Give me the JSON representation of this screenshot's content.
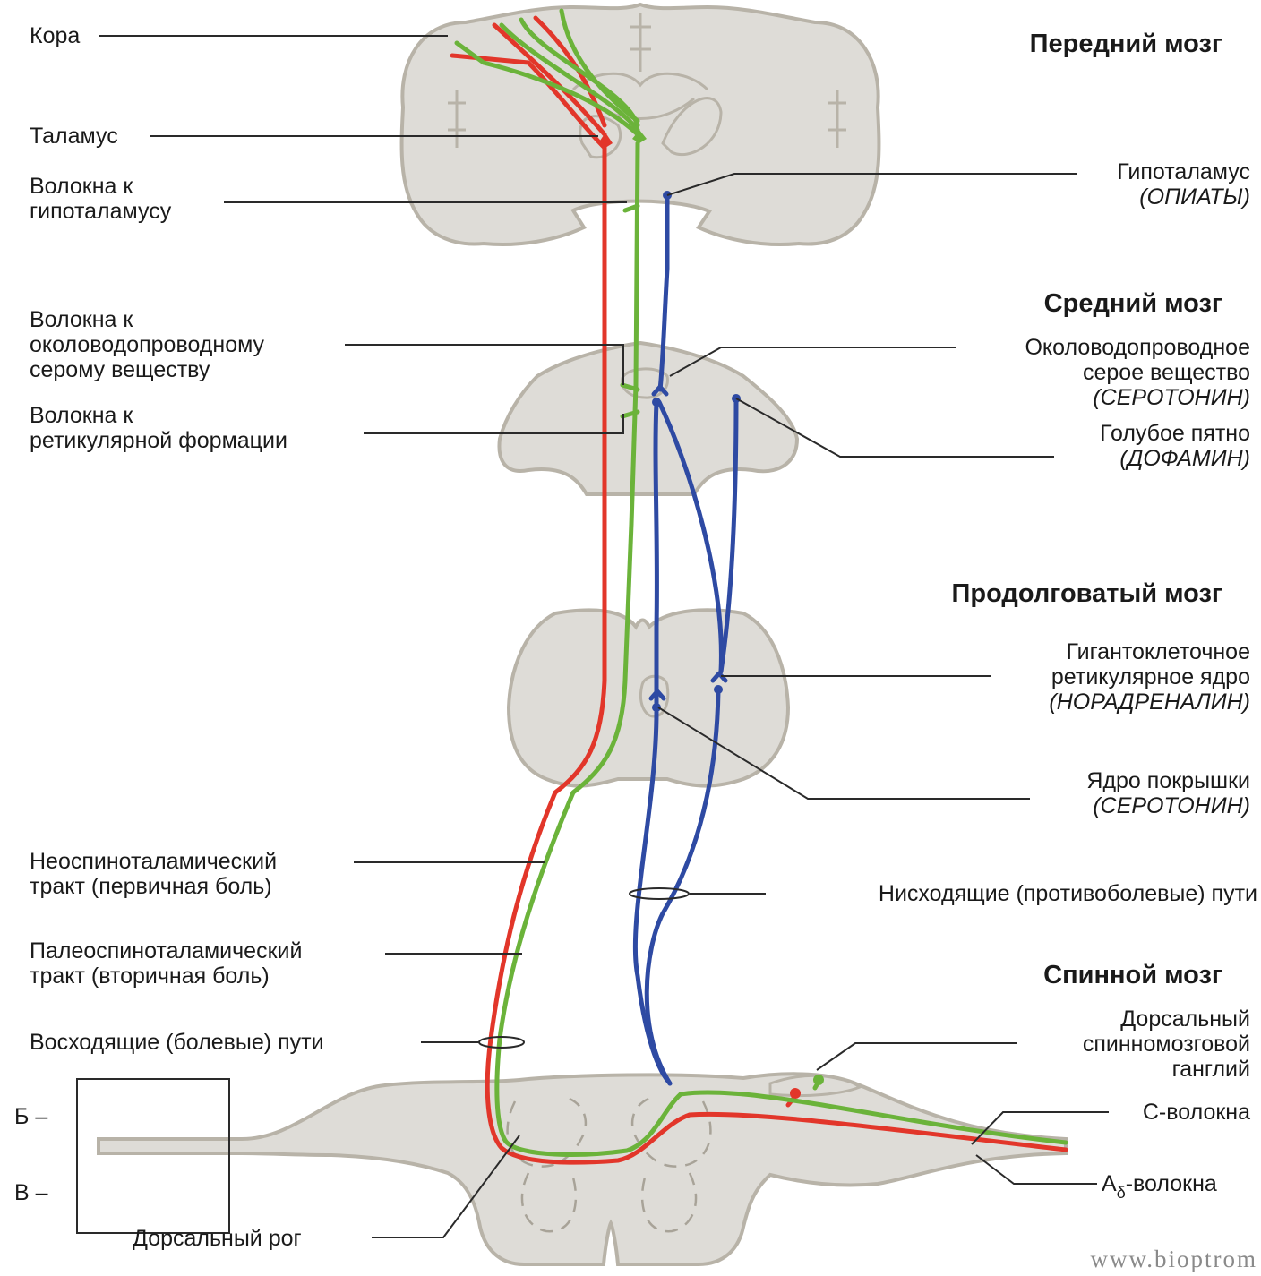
{
  "headings": {
    "forebrain": "Передний мозг",
    "midbrain": "Средний мозг",
    "medulla": "Продолговатый мозг",
    "spinal_cord": "Спинной мозг"
  },
  "left_labels": {
    "cortex": "Кора",
    "thalamus": "Таламус",
    "hypothalamus_fibers": [
      "Волокна к",
      "гипоталамусу"
    ],
    "pag_fibers": [
      "Волокна к",
      "околоводопроводному",
      "серому веществу"
    ],
    "reticular_fibers": [
      "Волокна к",
      "ретикулярной формации"
    ],
    "neospinothalamic": [
      "Неоспиноталамический",
      "тракт (первичная боль)"
    ],
    "paleospinothalamic": [
      "Палеоспиноталамический",
      "тракт (вторичная боль)"
    ],
    "ascending": "Восходящие (болевые) пути",
    "marker_b": "Б –",
    "marker_v": "В –",
    "dorsal_horn": "Дорсальный рог"
  },
  "right_labels": {
    "hypothalamus": [
      "Гипоталамус",
      "(ОПИАТЫ)"
    ],
    "pag": [
      "Околоводопроводное",
      "серое вещество",
      "(СЕРОТОНИН)"
    ],
    "locus": [
      "Голубое пятно",
      "(ДОФАМИН)"
    ],
    "giganto": [
      "Гигантоклеточное",
      "ретикулярное ядро",
      "(НОРАДРЕНАЛИН)"
    ],
    "raphe": [
      "Ядро покрышки",
      "(СЕРОТОНИН)"
    ],
    "descending": "Нисходящие (противоболевые) пути",
    "drg": [
      "Дорсальный",
      "спинномозговой",
      "ганглий"
    ],
    "c_fibers": "С-волокна",
    "a_delta_main": "A",
    "a_delta_sub": "δ",
    "a_delta_rest": "-волокна"
  },
  "watermark": "www.bioptrom",
  "colors": {
    "tissue": "#dedcd7",
    "tissue_outline": "#b8b3a8",
    "neospinothalamic": "#e2362a",
    "paleospinothalamic": "#6bb33a",
    "descending": "#2e4aa3"
  }
}
